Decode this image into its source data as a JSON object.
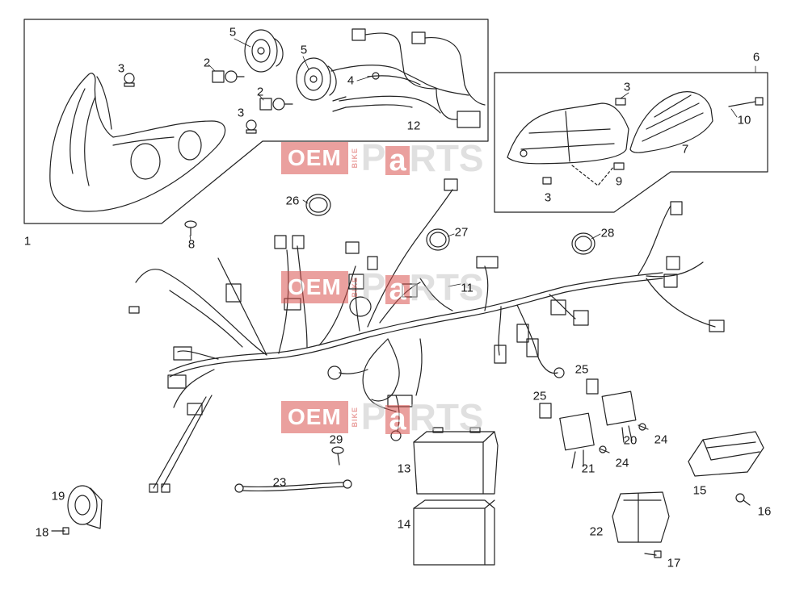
{
  "parts": {
    "p1": "1",
    "p2a": "2",
    "p2b": "2",
    "p3a": "3",
    "p3b": "3",
    "p3c": "3",
    "p3d": "3",
    "p4": "4",
    "p5a": "5",
    "p5b": "5",
    "p6": "6",
    "p7": "7",
    "p8": "8",
    "p9": "9",
    "p10": "10",
    "p11": "11",
    "p12": "12",
    "p13": "13",
    "p14": "14",
    "p15": "15",
    "p16": "16",
    "p17": "17",
    "p18": "18",
    "p19": "19",
    "p20": "20",
    "p21": "21",
    "p22": "22",
    "p23": "23",
    "p24a": "24",
    "p24b": "24",
    "p25a": "25",
    "p25b": "25",
    "p26": "26",
    "p27": "27",
    "p28": "28",
    "p29": "29"
  },
  "watermark": {
    "oem": "OEM",
    "bike": "BIKE",
    "pa_p": "P",
    "pa_a": "a",
    "rts": "RTS"
  },
  "colors": {
    "accent": "#d9534f",
    "line": "#222222"
  }
}
